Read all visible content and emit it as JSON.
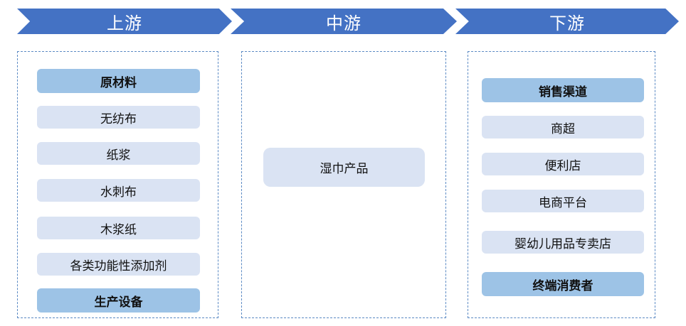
{
  "upstream": {
    "title": "上游",
    "items": [
      "原材料",
      "无纺布",
      "纸浆",
      "水刺布",
      "木浆纸",
      "各类功能性添加剂",
      "生产设备"
    ]
  },
  "midstream": {
    "title": "中游",
    "items": [
      "湿巾产品"
    ]
  },
  "downstream": {
    "title": "下游",
    "items": [
      "销售渠道",
      "商超",
      "便利店",
      "电商平台",
      "婴幼儿用品专卖店",
      "终端消费者"
    ]
  },
  "colors": {
    "chevron": "#4472c4",
    "header_box": "#9dc3e6",
    "item_box": "#dae3f3",
    "panel_border": "#5b8ac4"
  }
}
